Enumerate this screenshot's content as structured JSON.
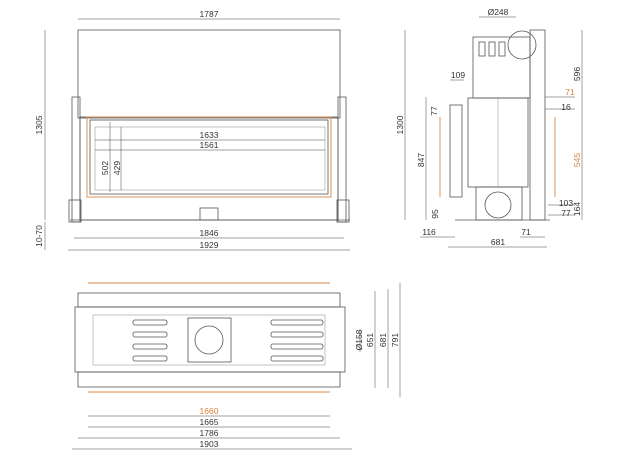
{
  "front_view": {
    "width_top": "1787",
    "height": "1305",
    "foot_adjust": "10-70",
    "width_base": "1846",
    "width_total": "1929",
    "glass_width": "1633",
    "view_width": "1561",
    "glass_height": "502",
    "view_height": "429"
  },
  "side_view": {
    "flue_diameter": "Ø248",
    "height": "1300",
    "body_height": "847",
    "d77_left": "77",
    "d95": "95",
    "d109": "109",
    "d116": "116",
    "depth": "681",
    "d71_bottom": "71",
    "d596": "596",
    "d71_orange": "71",
    "d16": "16",
    "d545_orange": "545",
    "d103": "103",
    "d77_right": "77",
    "d164": "164"
  },
  "top_view": {
    "d651": "651",
    "d681": "681",
    "d791": "791",
    "duct_diameter": "Ø158",
    "w1660_orange": "1660",
    "w1665": "1665",
    "w1786": "1786",
    "w1903": "1903"
  },
  "colors": {
    "line": "#555555",
    "accent": "#d98a4a"
  }
}
